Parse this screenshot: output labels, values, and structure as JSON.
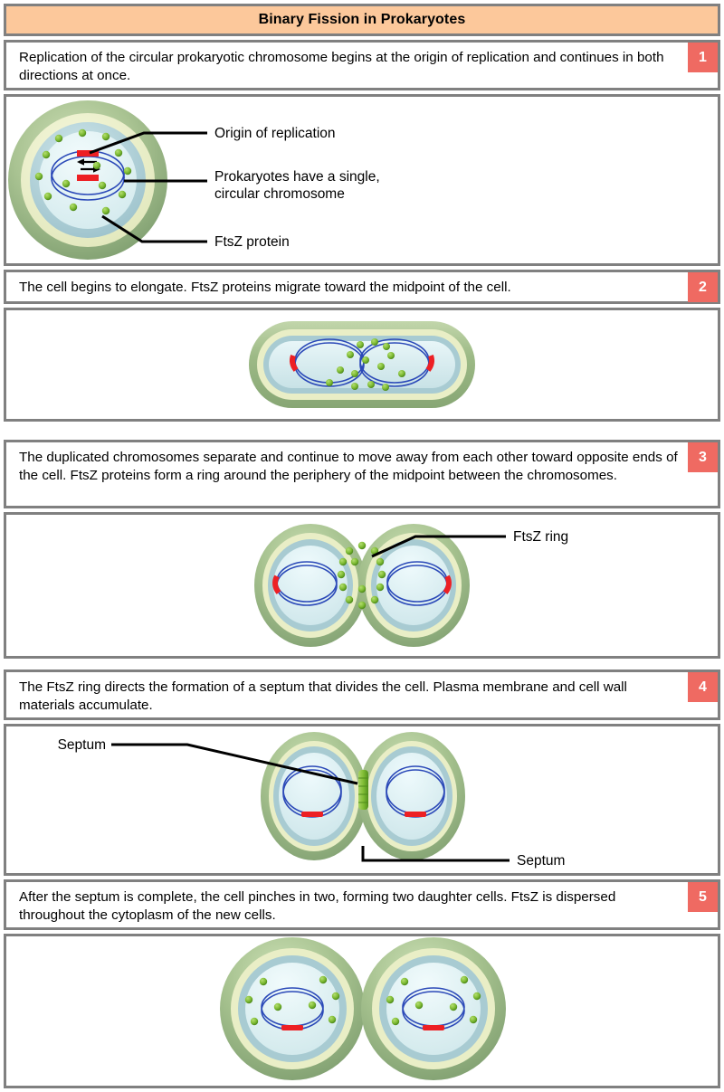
{
  "title": "Binary Fission in Prokaryotes",
  "colors": {
    "title_bar": "#fcc89b",
    "frame_border": "#808080",
    "badge": "#ef6a62",
    "badge_text": "#ffffff",
    "cell_wall_outer": "#92b183",
    "cell_wall_mid": "#b9cda2",
    "cell_wall_pale": "#e9eec6",
    "membrane": "#a8cbd2",
    "cytoplasm": "#dcf0f2",
    "chromosome": "#2b49b8",
    "origin": "#ed2024",
    "ftsz": "#76b82a",
    "leader": "#000000"
  },
  "steps": [
    {
      "number": "1",
      "caption": "Replication of the circular prokaryotic chromosome begins at the origin of replication and continues in both directions at once.",
      "labels": [
        {
          "text": "Origin of replication"
        },
        {
          "text": "Prokaryotes have a single,"
        },
        {
          "text": "circular chromosome"
        },
        {
          "text": "FtsZ protein"
        }
      ]
    },
    {
      "number": "2",
      "caption": "The cell begins to elongate. FtsZ proteins migrate toward the midpoint of the cell.",
      "labels": []
    },
    {
      "number": "3",
      "caption": "The duplicated chromosomes separate and continue to move away from each other toward opposite ends of the cell. FtsZ proteins form a ring around the periphery of the midpoint between the chromosomes.",
      "labels": [
        {
          "text": "FtsZ ring"
        }
      ]
    },
    {
      "number": "4",
      "caption": "The FtsZ ring directs the formation of a septum that divides the cell. Plasma membrane and cell wall materials accumulate.",
      "labels": [
        {
          "text": "Septum"
        },
        {
          "text": "Septum"
        }
      ]
    },
    {
      "number": "5",
      "caption": "After the septum is complete, the cell pinches in two, forming two daughter cells. FtsZ is dispersed throughout the cytoplasm of the new cells.",
      "labels": []
    }
  ]
}
